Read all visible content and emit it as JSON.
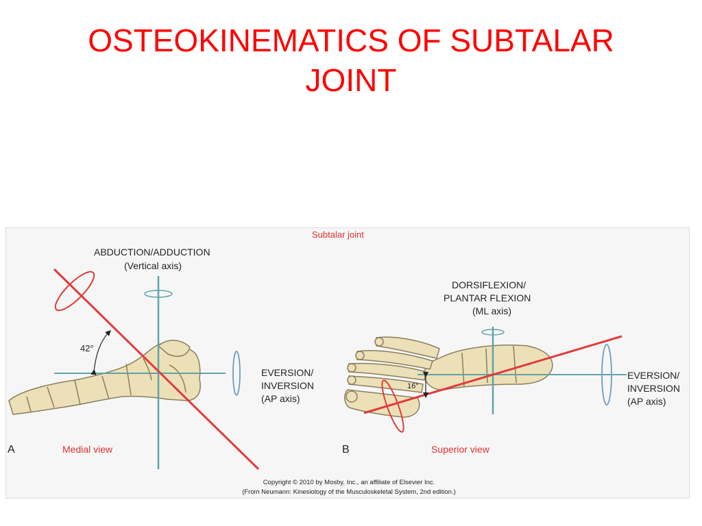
{
  "slide": {
    "title_line1": "OSTEOKINEMATICS OF SUBTALAR",
    "title_line2": "JOINT"
  },
  "figure": {
    "heading": "Subtalar joint",
    "panel_a": {
      "letter": "A",
      "view": "Medial view",
      "vertical_axis_line1": "ABDUCTION/ADDUCTION",
      "vertical_axis_line2": "(Vertical axis)",
      "angle": "42°",
      "ap_axis_line1": "EVERSION/",
      "ap_axis_line2": "INVERSION",
      "ap_axis_line3": "(AP axis)"
    },
    "panel_b": {
      "letter": "B",
      "view": "Superior view",
      "ml_axis_line1": "DORSIFLEXION/",
      "ml_axis_line2": "PLANTAR FLEXION",
      "ml_axis_line3": "(ML axis)",
      "angle": "16°",
      "ap_axis_line1": "EVERSION/",
      "ap_axis_line2": "INVERSION",
      "ap_axis_line3": "(AP axis)"
    },
    "copyright_line1": "Copyright © 2010 by Mosby, Inc., an affiliate of Elsevier Inc.",
    "copyright_line2": "(From Neumann: Kinesiology of the Musculoskeletal System, 2nd edition.)"
  },
  "colors": {
    "title": "#ff0000",
    "subtalar_axis": "#e23a3a",
    "cardinal_axes": "#5fa3a8",
    "bone": "#ece0b8",
    "bone_outline": "#8a7d5c"
  }
}
